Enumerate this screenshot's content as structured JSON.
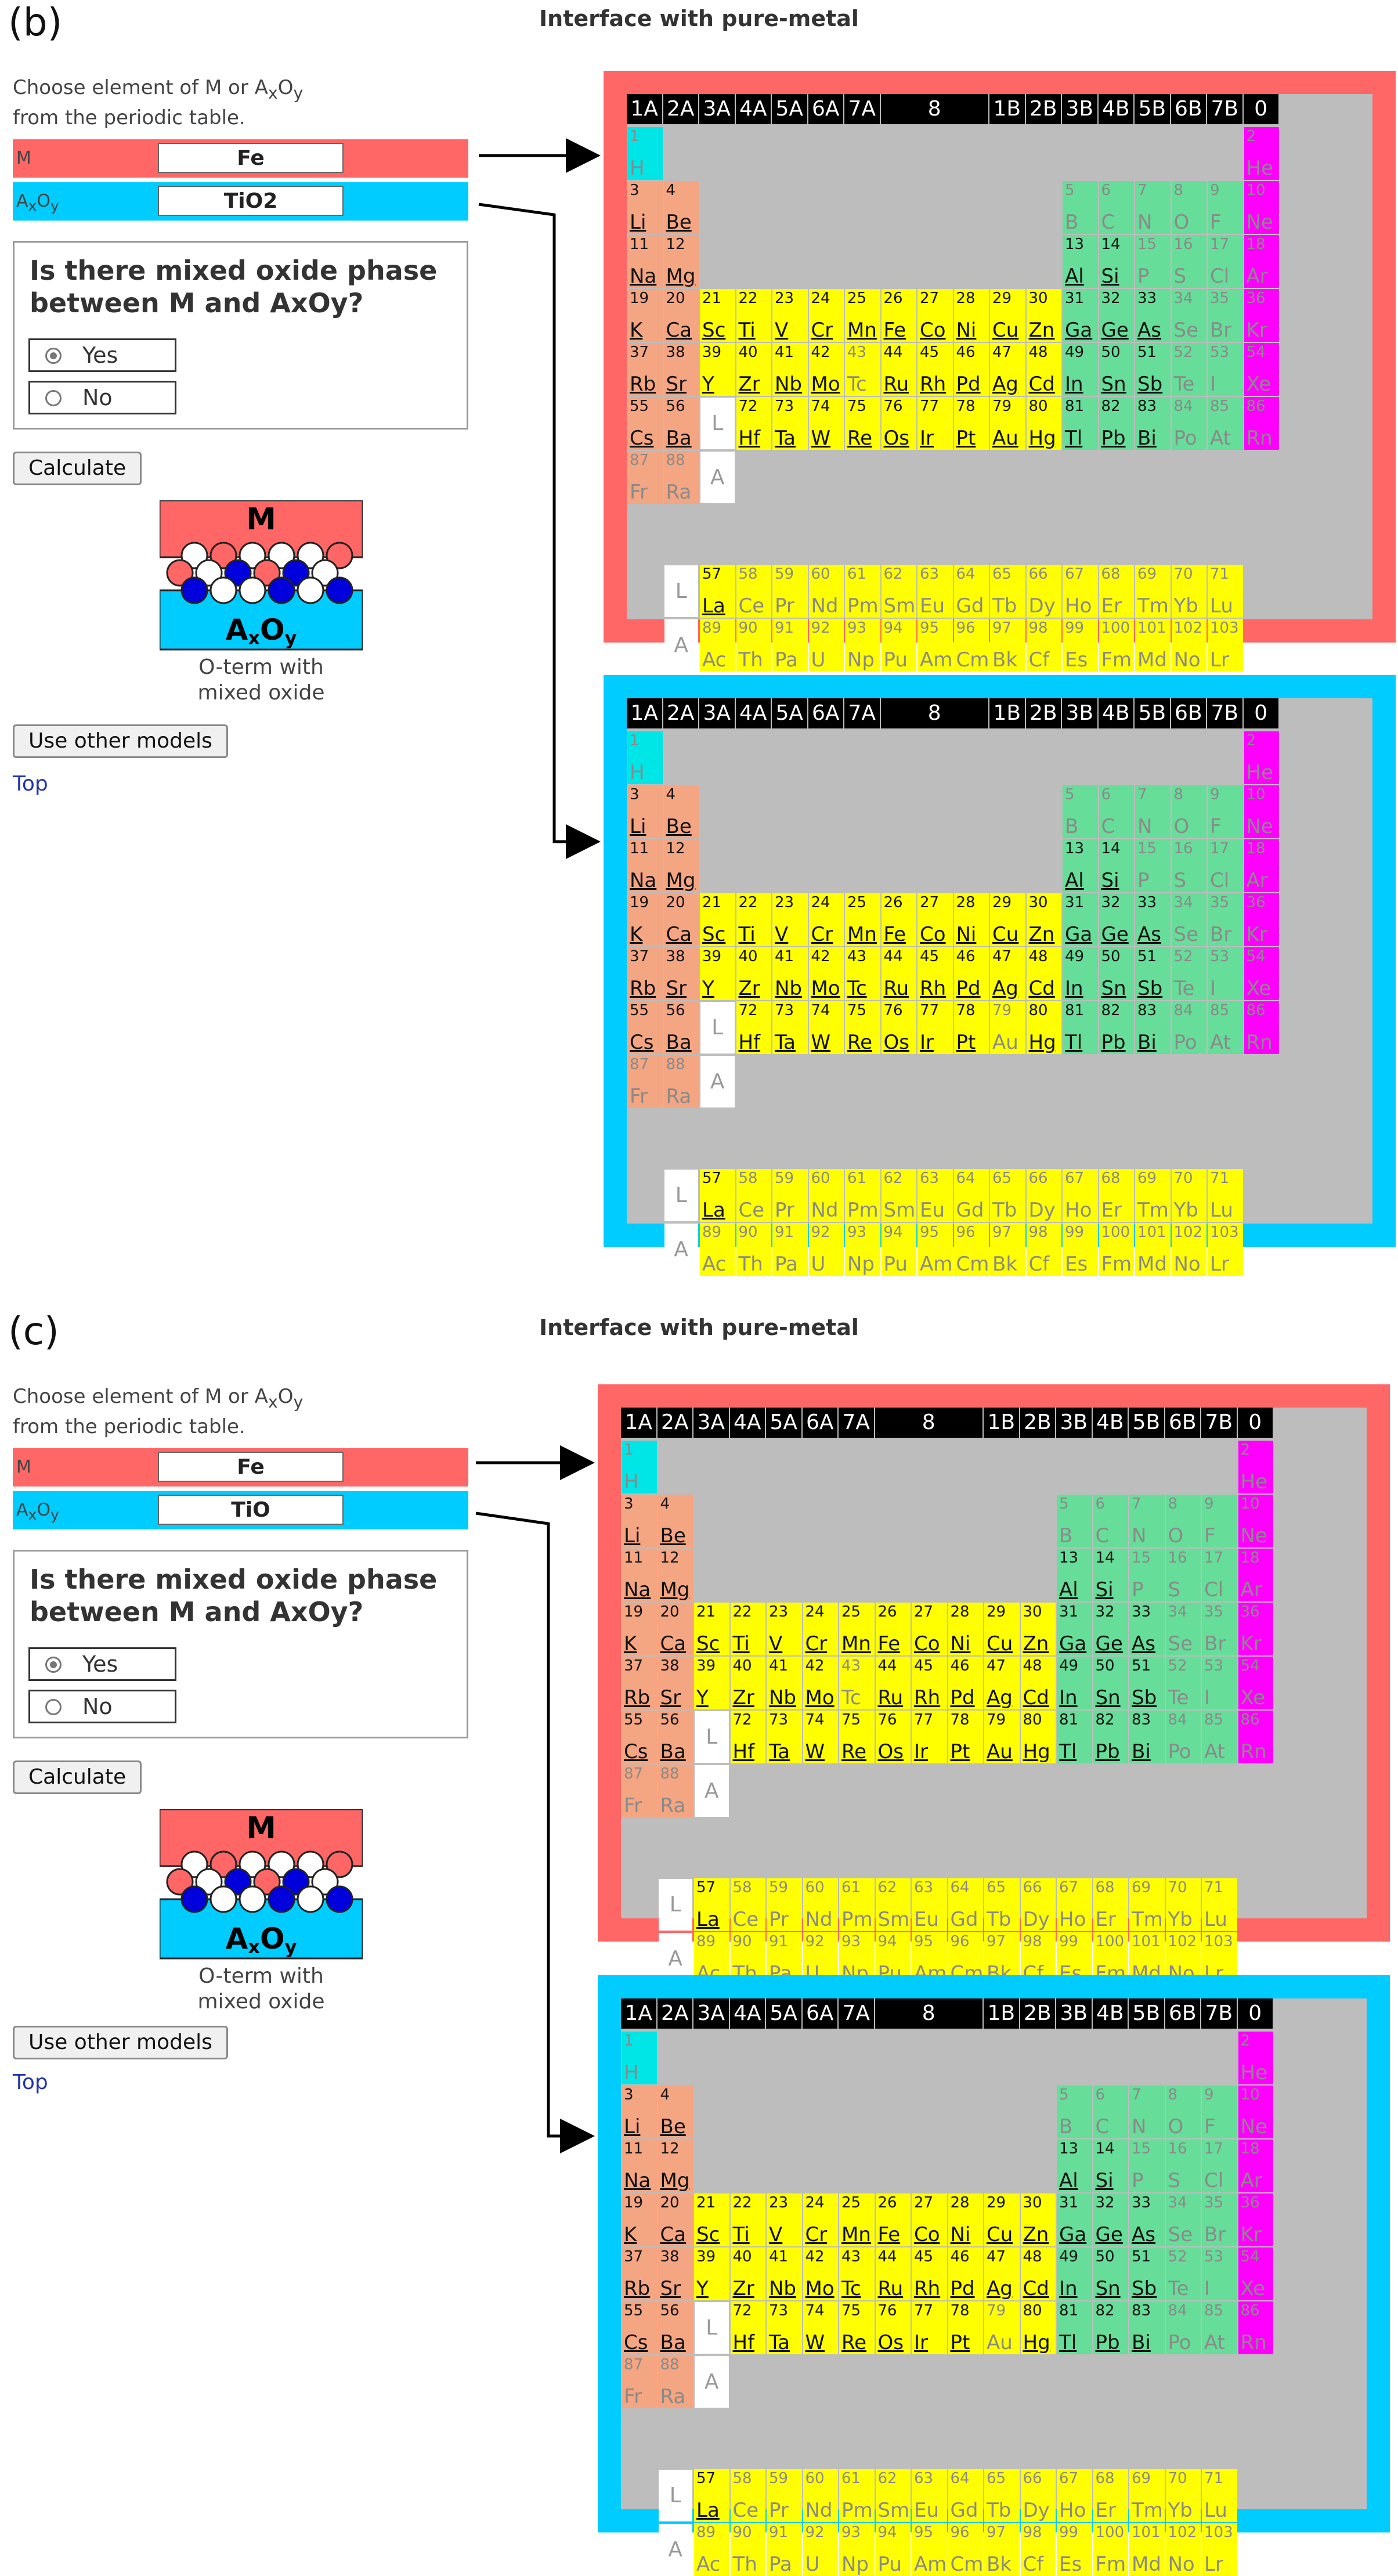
{
  "panels": [
    {
      "label": "(b)",
      "title": "Interface with pure-metal",
      "choose_text": "Choose element of M or A",
      "choose_x": "x",
      "choose_O": "O",
      "choose_y": "y",
      "choose_line2": "from the periodic table.",
      "m_label": "M",
      "m_value": "Fe",
      "oxide_label_A": "A",
      "oxide_label_x": "x",
      "oxide_label_O": "O",
      "oxide_label_y": "y",
      "oxide_value": "TiO2",
      "question": "Is there mixed oxide phase between M and AxOy?",
      "yes_label": "Yes",
      "no_label": "No",
      "yes_selected": true,
      "calculate_label": "Calculate",
      "model_M": "M",
      "model_AxOy_A": "A",
      "model_AxOy_x": "x",
      "model_AxOy_O": "O",
      "model_AxOy_y": "y",
      "model_caption_1": "O-term with",
      "model_caption_2": "mixed oxide",
      "other_models_label": "Use other models",
      "top_link": "Top",
      "tables": [
        {
          "frame_color": "#ff6666",
          "inactive": [
            "H",
            "B",
            "C",
            "N",
            "O",
            "F",
            "He",
            "Ne",
            "P",
            "S",
            "Cl",
            "Ar",
            "Se",
            "Br",
            "Kr",
            "Te",
            "I",
            "Xe",
            "Po",
            "At",
            "Rn",
            "Fr",
            "Ra",
            "Tc",
            "Ce",
            "Pr",
            "Nd",
            "Pm",
            "Sm",
            "Eu",
            "Gd",
            "Tb",
            "Dy",
            "Ho",
            "Er",
            "Tm",
            "Yb",
            "Lu",
            "Ac",
            "Th",
            "Pa",
            "U",
            "Np",
            "Pu",
            "Am",
            "Cm",
            "Bk",
            "Cf",
            "Es",
            "Fm",
            "Md",
            "No",
            "Lr"
          ]
        },
        {
          "frame_color": "#00ccff",
          "inactive": [
            "H",
            "B",
            "C",
            "N",
            "O",
            "F",
            "He",
            "Ne",
            "P",
            "S",
            "Cl",
            "Ar",
            "Se",
            "Br",
            "Kr",
            "Te",
            "I",
            "Xe",
            "Po",
            "At",
            "Rn",
            "Fr",
            "Ra",
            "Au",
            "Ce",
            "Pr",
            "Nd",
            "Pm",
            "Sm",
            "Eu",
            "Gd",
            "Tb",
            "Dy",
            "Ho",
            "Er",
            "Tm",
            "Yb",
            "Lu",
            "Ac",
            "Th",
            "Pa",
            "U",
            "Np",
            "Pu",
            "Am",
            "Cm",
            "Bk",
            "Cf",
            "Es",
            "Fm",
            "Md",
            "No",
            "Lr"
          ]
        }
      ]
    },
    {
      "label": "(c)",
      "title": "Interface with pure-metal",
      "choose_text": "Choose element of M or A",
      "choose_x": "x",
      "choose_O": "O",
      "choose_y": "y",
      "choose_line2": "from the periodic table.",
      "m_label": "M",
      "m_value": "Fe",
      "oxide_label_A": "A",
      "oxide_label_x": "x",
      "oxide_label_O": "O",
      "oxide_label_y": "y",
      "oxide_value": "TiO",
      "question": "Is there mixed oxide phase between M and AxOy?",
      "yes_label": "Yes",
      "no_label": "No",
      "yes_selected": true,
      "calculate_label": "Calculate",
      "model_M": "M",
      "model_AxOy_A": "A",
      "model_AxOy_x": "x",
      "model_AxOy_O": "O",
      "model_AxOy_y": "y",
      "model_caption_1": "O-term with",
      "model_caption_2": "mixed oxide",
      "other_models_label": "Use other models",
      "top_link": "Top",
      "tables": [
        {
          "frame_color": "#ff6666",
          "inactive": [
            "H",
            "B",
            "C",
            "N",
            "O",
            "F",
            "He",
            "Ne",
            "P",
            "S",
            "Cl",
            "Ar",
            "Se",
            "Br",
            "Kr",
            "Te",
            "I",
            "Xe",
            "Po",
            "At",
            "Rn",
            "Fr",
            "Ra",
            "Tc",
            "Ce",
            "Pr",
            "Nd",
            "Pm",
            "Sm",
            "Eu",
            "Gd",
            "Tb",
            "Dy",
            "Ho",
            "Er",
            "Tm",
            "Yb",
            "Lu",
            "Ac",
            "Th",
            "Pa",
            "U",
            "Np",
            "Pu",
            "Am",
            "Cm",
            "Bk",
            "Cf",
            "Es",
            "Fm",
            "Md",
            "No",
            "Lr"
          ]
        },
        {
          "frame_color": "#00ccff",
          "inactive": [
            "H",
            "B",
            "C",
            "N",
            "O",
            "F",
            "He",
            "Ne",
            "P",
            "S",
            "Cl",
            "Ar",
            "Se",
            "Br",
            "Kr",
            "Te",
            "I",
            "Xe",
            "Po",
            "At",
            "Rn",
            "Fr",
            "Ra",
            "Au",
            "Ce",
            "Pr",
            "Nd",
            "Pm",
            "Sm",
            "Eu",
            "Gd",
            "Tb",
            "Dy",
            "Ho",
            "Er",
            "Tm",
            "Yb",
            "Lu",
            "Ac",
            "Th",
            "Pa",
            "U",
            "Np",
            "Pu",
            "Am",
            "Cm",
            "Bk",
            "Cf",
            "Es",
            "Fm",
            "Md",
            "No",
            "Lr"
          ]
        }
      ]
    }
  ],
  "group_headers": [
    "1A",
    "2A",
    "3A",
    "4A",
    "5A",
    "6A",
    "7A",
    "8",
    "1B",
    "2B",
    "3B",
    "4B",
    "5B",
    "6B",
    "7B",
    "0"
  ],
  "lanthanide_marker": "L",
  "actinide_marker": "A",
  "colors": {
    "metal_red": "#ff6666",
    "oxide_cyan": "#00ccff",
    "alkali_salmon": "#f4a582",
    "transition_yellow": "#ffff00",
    "pblock_green": "#66dd99",
    "hydrogen_cyan": "#00e5e5",
    "noble_magenta": "#ff00ff",
    "table_gray": "#bdbdbd"
  },
  "elements": [
    {
      "n": 1,
      "s": "H",
      "c": "h"
    },
    {
      "n": 2,
      "s": "He",
      "c": "g"
    },
    {
      "n": 3,
      "s": "Li",
      "c": "a"
    },
    {
      "n": 4,
      "s": "Be",
      "c": "a"
    },
    {
      "n": 5,
      "s": "B",
      "c": "p"
    },
    {
      "n": 6,
      "s": "C",
      "c": "p"
    },
    {
      "n": 7,
      "s": "N",
      "c": "p"
    },
    {
      "n": 8,
      "s": "O",
      "c": "p"
    },
    {
      "n": 9,
      "s": "F",
      "c": "p"
    },
    {
      "n": 10,
      "s": "Ne",
      "c": "g"
    },
    {
      "n": 11,
      "s": "Na",
      "c": "a"
    },
    {
      "n": 12,
      "s": "Mg",
      "c": "a"
    },
    {
      "n": 13,
      "s": "Al",
      "c": "p"
    },
    {
      "n": 14,
      "s": "Si",
      "c": "p"
    },
    {
      "n": 15,
      "s": "P",
      "c": "p"
    },
    {
      "n": 16,
      "s": "S",
      "c": "p"
    },
    {
      "n": 17,
      "s": "Cl",
      "c": "p"
    },
    {
      "n": 18,
      "s": "Ar",
      "c": "g"
    },
    {
      "n": 19,
      "s": "K",
      "c": "a"
    },
    {
      "n": 20,
      "s": "Ca",
      "c": "a"
    },
    {
      "n": 21,
      "s": "Sc",
      "c": "t"
    },
    {
      "n": 22,
      "s": "Ti",
      "c": "t"
    },
    {
      "n": 23,
      "s": "V",
      "c": "t"
    },
    {
      "n": 24,
      "s": "Cr",
      "c": "t"
    },
    {
      "n": 25,
      "s": "Mn",
      "c": "t"
    },
    {
      "n": 26,
      "s": "Fe",
      "c": "t"
    },
    {
      "n": 27,
      "s": "Co",
      "c": "t"
    },
    {
      "n": 28,
      "s": "Ni",
      "c": "t"
    },
    {
      "n": 29,
      "s": "Cu",
      "c": "t"
    },
    {
      "n": 30,
      "s": "Zn",
      "c": "t"
    },
    {
      "n": 31,
      "s": "Ga",
      "c": "p"
    },
    {
      "n": 32,
      "s": "Ge",
      "c": "p"
    },
    {
      "n": 33,
      "s": "As",
      "c": "p"
    },
    {
      "n": 34,
      "s": "Se",
      "c": "p"
    },
    {
      "n": 35,
      "s": "Br",
      "c": "p"
    },
    {
      "n": 36,
      "s": "Kr",
      "c": "g"
    },
    {
      "n": 37,
      "s": "Rb",
      "c": "a"
    },
    {
      "n": 38,
      "s": "Sr",
      "c": "a"
    },
    {
      "n": 39,
      "s": "Y",
      "c": "t"
    },
    {
      "n": 40,
      "s": "Zr",
      "c": "t"
    },
    {
      "n": 41,
      "s": "Nb",
      "c": "t"
    },
    {
      "n": 42,
      "s": "Mo",
      "c": "t"
    },
    {
      "n": 43,
      "s": "Tc",
      "c": "t"
    },
    {
      "n": 44,
      "s": "Ru",
      "c": "t"
    },
    {
      "n": 45,
      "s": "Rh",
      "c": "t"
    },
    {
      "n": 46,
      "s": "Pd",
      "c": "t"
    },
    {
      "n": 47,
      "s": "Ag",
      "c": "t"
    },
    {
      "n": 48,
      "s": "Cd",
      "c": "t"
    },
    {
      "n": 49,
      "s": "In",
      "c": "p"
    },
    {
      "n": 50,
      "s": "Sn",
      "c": "p"
    },
    {
      "n": 51,
      "s": "Sb",
      "c": "p"
    },
    {
      "n": 52,
      "s": "Te",
      "c": "p"
    },
    {
      "n": 53,
      "s": "I",
      "c": "p"
    },
    {
      "n": 54,
      "s": "Xe",
      "c": "g"
    },
    {
      "n": 55,
      "s": "Cs",
      "c": "a"
    },
    {
      "n": 56,
      "s": "Ba",
      "c": "a"
    },
    {
      "n": 72,
      "s": "Hf",
      "c": "t"
    },
    {
      "n": 73,
      "s": "Ta",
      "c": "t"
    },
    {
      "n": 74,
      "s": "W",
      "c": "t"
    },
    {
      "n": 75,
      "s": "Re",
      "c": "t"
    },
    {
      "n": 76,
      "s": "Os",
      "c": "t"
    },
    {
      "n": 77,
      "s": "Ir",
      "c": "t"
    },
    {
      "n": 78,
      "s": "Pt",
      "c": "t"
    },
    {
      "n": 79,
      "s": "Au",
      "c": "t"
    },
    {
      "n": 80,
      "s": "Hg",
      "c": "t"
    },
    {
      "n": 81,
      "s": "Tl",
      "c": "p"
    },
    {
      "n": 82,
      "s": "Pb",
      "c": "p"
    },
    {
      "n": 83,
      "s": "Bi",
      "c": "p"
    },
    {
      "n": 84,
      "s": "Po",
      "c": "p"
    },
    {
      "n": 85,
      "s": "At",
      "c": "p"
    },
    {
      "n": 86,
      "s": "Rn",
      "c": "g"
    },
    {
      "n": 87,
      "s": "Fr",
      "c": "a"
    },
    {
      "n": 88,
      "s": "Ra",
      "c": "a"
    },
    {
      "n": 57,
      "s": "La",
      "c": "t"
    },
    {
      "n": 58,
      "s": "Ce",
      "c": "t"
    },
    {
      "n": 59,
      "s": "Pr",
      "c": "t"
    },
    {
      "n": 60,
      "s": "Nd",
      "c": "t"
    },
    {
      "n": 61,
      "s": "Pm",
      "c": "t"
    },
    {
      "n": 62,
      "s": "Sm",
      "c": "t"
    },
    {
      "n": 63,
      "s": "Eu",
      "c": "t"
    },
    {
      "n": 64,
      "s": "Gd",
      "c": "t"
    },
    {
      "n": 65,
      "s": "Tb",
      "c": "t"
    },
    {
      "n": 66,
      "s": "Dy",
      "c": "t"
    },
    {
      "n": 67,
      "s": "Ho",
      "c": "t"
    },
    {
      "n": 68,
      "s": "Er",
      "c": "t"
    },
    {
      "n": 69,
      "s": "Tm",
      "c": "t"
    },
    {
      "n": 70,
      "s": "Yb",
      "c": "t"
    },
    {
      "n": 71,
      "s": "Lu",
      "c": "t"
    },
    {
      "n": 89,
      "s": "Ac",
      "c": "t"
    },
    {
      "n": 90,
      "s": "Th",
      "c": "t"
    },
    {
      "n": 91,
      "s": "Pa",
      "c": "t"
    },
    {
      "n": 92,
      "s": "U",
      "c": "t"
    },
    {
      "n": 93,
      "s": "Np",
      "c": "t"
    },
    {
      "n": 94,
      "s": "Pu",
      "c": "t"
    },
    {
      "n": 95,
      "s": "Am",
      "c": "t"
    },
    {
      "n": 96,
      "s": "Cm",
      "c": "t"
    },
    {
      "n": 97,
      "s": "Bk",
      "c": "t"
    },
    {
      "n": 98,
      "s": "Cf",
      "c": "t"
    },
    {
      "n": 99,
      "s": "Es",
      "c": "t"
    },
    {
      "n": 100,
      "s": "Fm",
      "c": "t"
    },
    {
      "n": 101,
      "s": "Md",
      "c": "t"
    },
    {
      "n": 102,
      "s": "No",
      "c": "t"
    },
    {
      "n": 103,
      "s": "Lr",
      "c": "t"
    }
  ]
}
